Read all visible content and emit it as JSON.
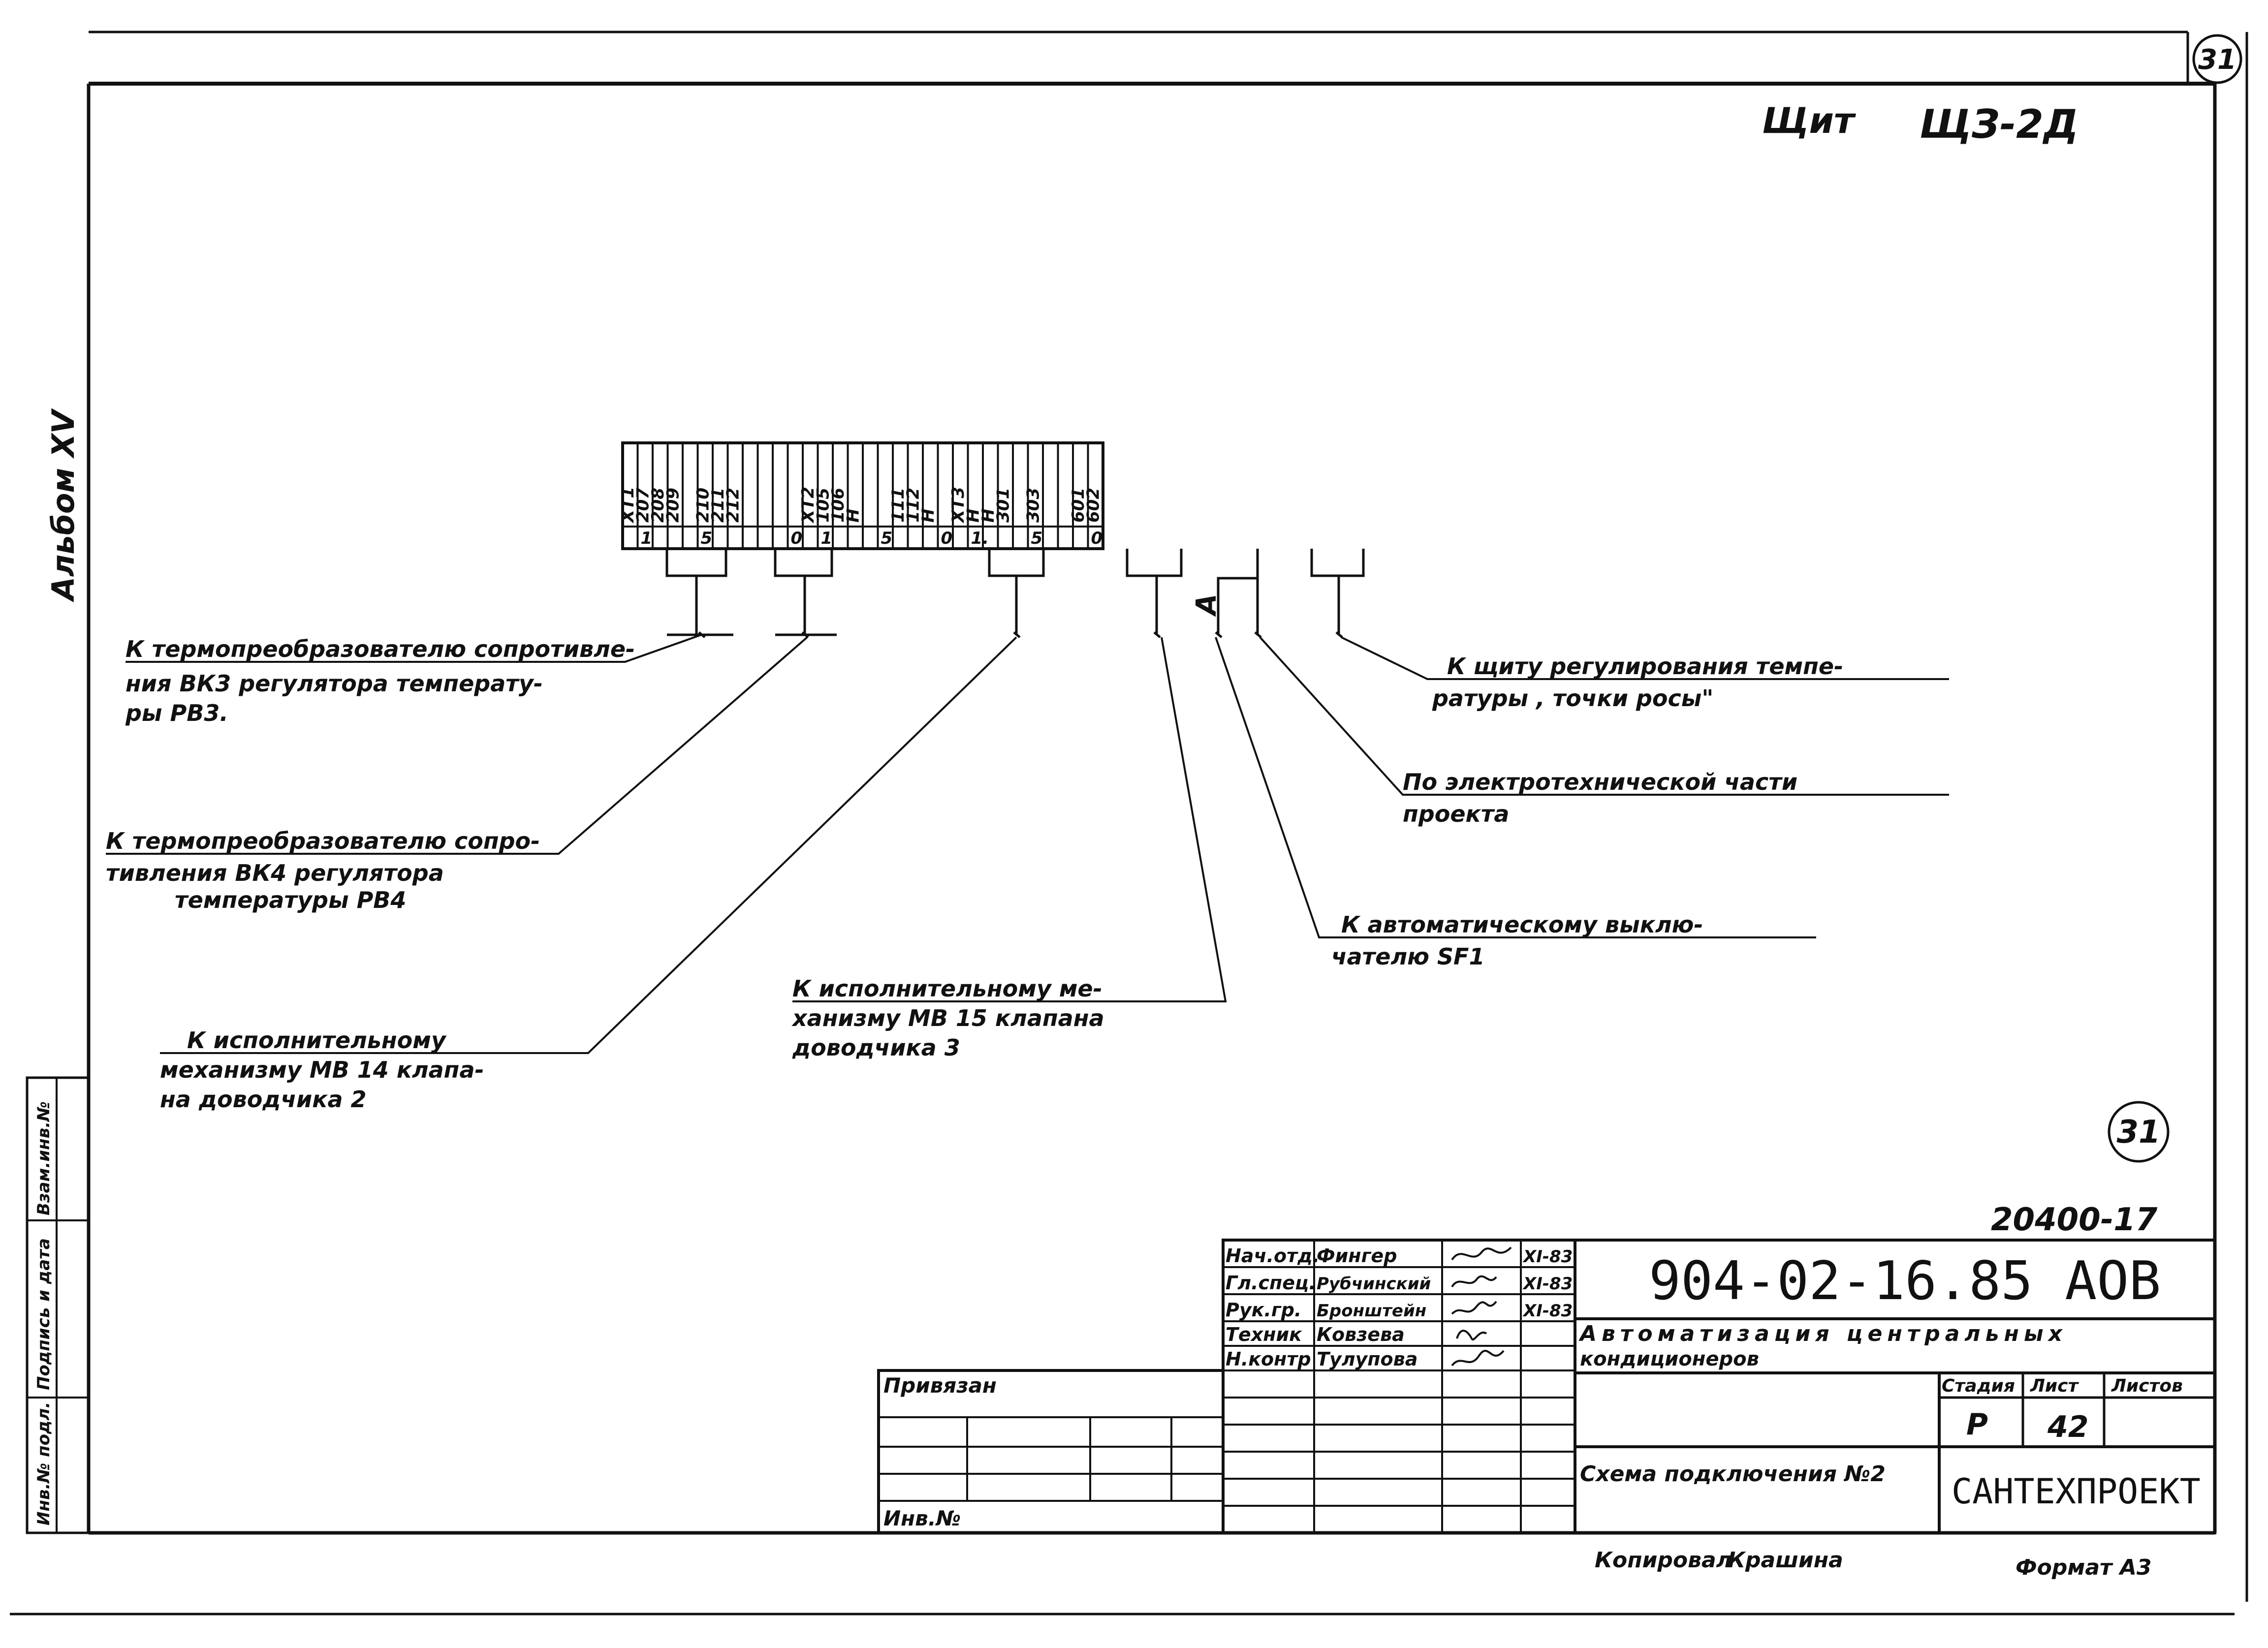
{
  "sheet_number": "31",
  "album_label": "Альбом XV",
  "panel": {
    "label": "Щит",
    "name": "ЩЗ-2Д"
  },
  "terminal_block": {
    "cells": [
      "ХТ1",
      "207",
      "208",
      "209",
      "",
      "210",
      "211",
      "212",
      "",
      "",
      "",
      "",
      "ХТ2",
      "105",
      "106",
      "Н",
      "",
      "",
      "111",
      "112",
      "Н",
      "",
      "ХТ3",
      "Н",
      "Н",
      "301",
      "",
      "303",
      "",
      "",
      "601",
      "602"
    ],
    "marks": [
      {
        "label": "1",
        "cell": 1
      },
      {
        "label": "5",
        "cell": 5
      },
      {
        "label": "0",
        "cell": 11
      },
      {
        "label": "1",
        "cell": 13
      },
      {
        "label": "5",
        "cell": 17
      },
      {
        "label": "0",
        "cell": 21
      },
      {
        "label": "1.",
        "cell": 23
      },
      {
        "label": "5",
        "cell": 27
      },
      {
        "label": "0",
        "cell": 31
      }
    ]
  },
  "cable_label_a": "А",
  "callouts": [
    {
      "lines": [
        "К термопреобразователю сопротивле-",
        "ния ВК3  регулятора   температу-",
        "ры   РВ3."
      ]
    },
    {
      "lines": [
        "К термопреобразователю   сопро-",
        "тивления  ВК4  регулятора",
        "температуры  РВ4"
      ]
    },
    {
      "lines": [
        "К исполнительному",
        "механизму   МВ 14  клапа-",
        "на доводчика   2"
      ]
    },
    {
      "lines": [
        "К исполнительному   ме-",
        "ханизму  МВ 15  клапана",
        "доводчика   3"
      ]
    },
    {
      "lines": [
        "К автоматическому выклю-",
        "чателю       SF1"
      ]
    },
    {
      "lines": [
        "По электротехнической   части",
        "проекта"
      ]
    },
    {
      "lines": [
        "К щиту регулирования  темпе-",
        "ратуры  , точки росы\""
      ]
    }
  ],
  "side_stamp": [
    "Инв.№ подл.",
    "Подпись и дата",
    "Взам.инв.№"
  ],
  "title_block": {
    "inventory_code": "20400-17",
    "doc_code": "904-02-16.85  АОВ",
    "title": [
      "Автоматизация   центральных",
      "кондиционеров"
    ],
    "sheet_title": "Схема подключения №2",
    "organization": "САНТЕХПРОЕКТ",
    "stage_header": "Стадия",
    "sheet_header": "Лист",
    "sheets_header": "Листов",
    "stage": "Р",
    "sheet": "42",
    "sheets": "",
    "signatures": [
      {
        "role": "Нач.отд.",
        "name": "Фингер",
        "date": "ХI-83"
      },
      {
        "role": "Гл.спец.",
        "name": "Рубчинский",
        "date": "ХI-83"
      },
      {
        "role": "Рук.гр.",
        "name": "Бронштейн",
        "date": "ХI-83"
      },
      {
        "role": "Техник",
        "name": "Ковзева",
        "date": ""
      },
      {
        "role": "Н.контр",
        "name": "Тулупова",
        "date": ""
      }
    ],
    "bound_label": "Привязан",
    "inv_label": "Инв.№",
    "copied_label": "Копировал",
    "copied_by": "Крашина",
    "format_label": "Формат А3"
  }
}
